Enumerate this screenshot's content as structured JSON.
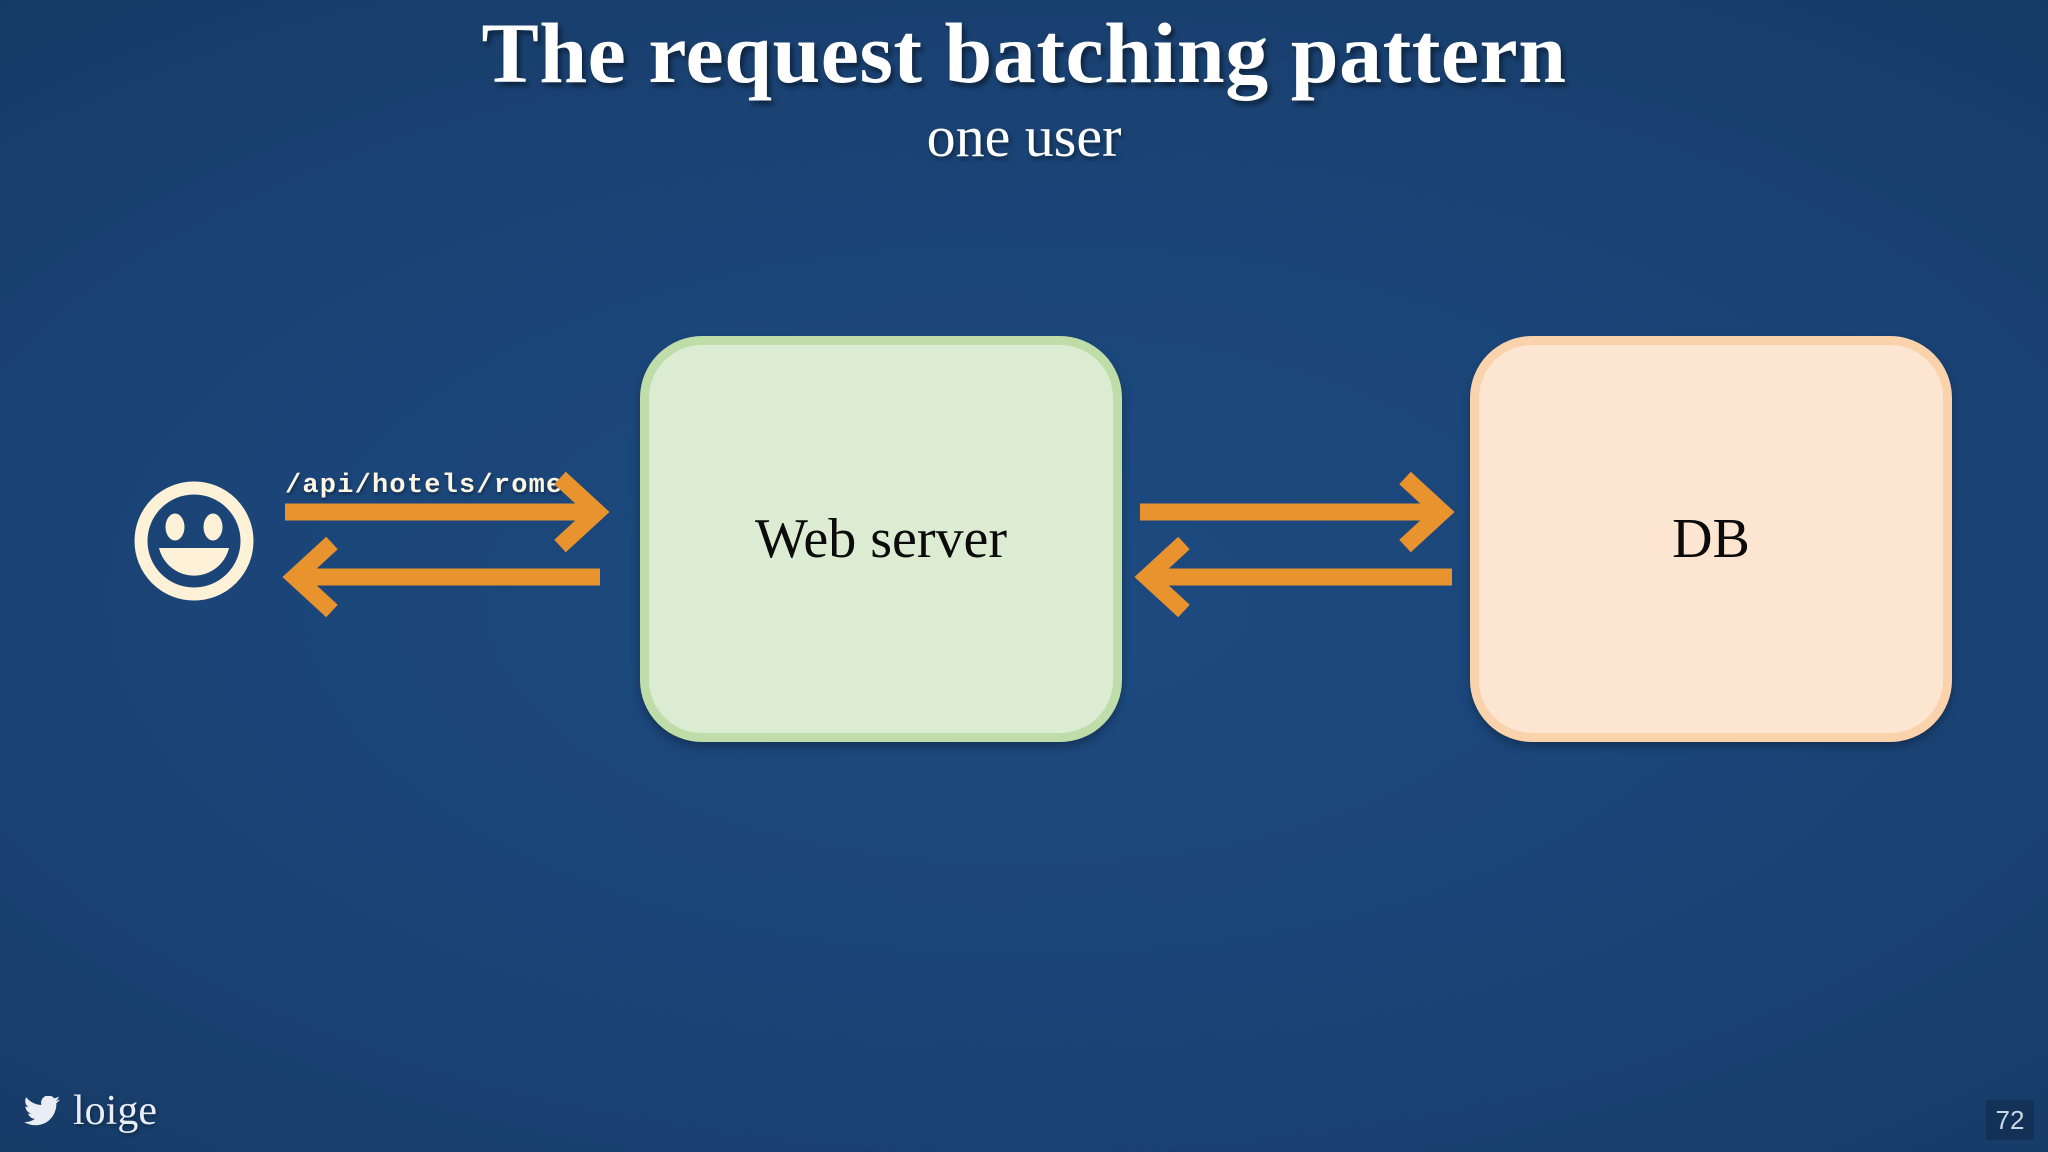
{
  "slide": {
    "title": "The request batching pattern",
    "subtitle": "one user",
    "background_color": "#1b4578",
    "page_number": "72"
  },
  "diagram": {
    "accent_color": "#e8932e",
    "user": {
      "icon": "smiley-face-icon",
      "icon_color": "#fdf1d7"
    },
    "request_label": "/api/hotels/rome",
    "nodes": [
      {
        "id": "web-server",
        "label": "Web server",
        "fill": "#dcecd2",
        "border": "#bfdda8"
      },
      {
        "id": "db",
        "label": "DB",
        "fill": "#fce6d1",
        "border": "#fad2ab"
      }
    ],
    "arrows": [
      {
        "id": "user-to-web",
        "direction": "right",
        "label": "/api/hotels/rome"
      },
      {
        "id": "web-to-user",
        "direction": "left",
        "label": ""
      },
      {
        "id": "web-to-db",
        "direction": "right",
        "label": ""
      },
      {
        "id": "db-to-web",
        "direction": "left",
        "label": ""
      }
    ]
  },
  "footer": {
    "twitter_icon": "twitter-bird-icon",
    "handle": "loige"
  }
}
